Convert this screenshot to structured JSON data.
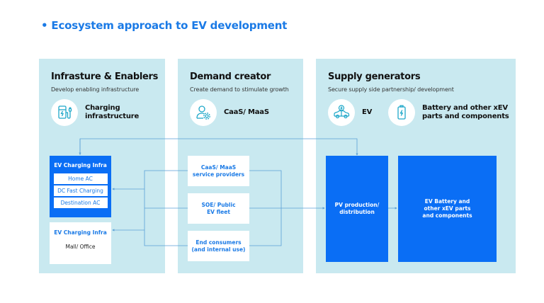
{
  "title": "• Ecosystem approach to EV development",
  "colors": {
    "accent": "#1a7ae6",
    "box_blue": "#0a6ef5",
    "panel_bg": "#c9e9f0",
    "connector": "#5a9fd6"
  },
  "panels": [
    {
      "heading": "Infrasture & Enablers",
      "subheading": "Develop enabling infrastructure",
      "icons": [
        {
          "icon": "ev-charger-icon",
          "label_line1": "Charging",
          "label_line2": "infrastructure"
        }
      ]
    },
    {
      "heading": "Demand creator",
      "subheading": "Create demand to stimulate growth",
      "icons": [
        {
          "icon": "user-gear-icon",
          "label_line1": "CaaS/ MaaS",
          "label_line2": ""
        }
      ]
    },
    {
      "heading": "Supply generators",
      "subheading": "Secure supply side partnership/ development",
      "icons": [
        {
          "icon": "electric-car-icon",
          "label_line1": "EV",
          "label_line2": ""
        },
        {
          "icon": "battery-icon",
          "label_line1": "Battery and other xEV",
          "label_line2": "parts and components"
        }
      ]
    }
  ],
  "infra": {
    "blue_box": {
      "header": "EV Charging Infra",
      "items": [
        "Home AC",
        "DC Fast Charging",
        "Destination AC"
      ]
    },
    "white_box": {
      "header": "EV Charging Infra",
      "value": "Mall/ Office"
    }
  },
  "demand": {
    "boxes": [
      {
        "line1": "CaaS/ MaaS",
        "line2": "service providers"
      },
      {
        "line1": "SOE/ Public",
        "line2": "EV fleet"
      },
      {
        "line1": "End consumers",
        "line2": "(and internal use)"
      }
    ]
  },
  "supply": {
    "pv": {
      "line1": "PV production/",
      "line2": "distribution"
    },
    "battery": {
      "line1": "EV Battery and",
      "line2": "other xEV parts",
      "line3": "and components"
    }
  }
}
